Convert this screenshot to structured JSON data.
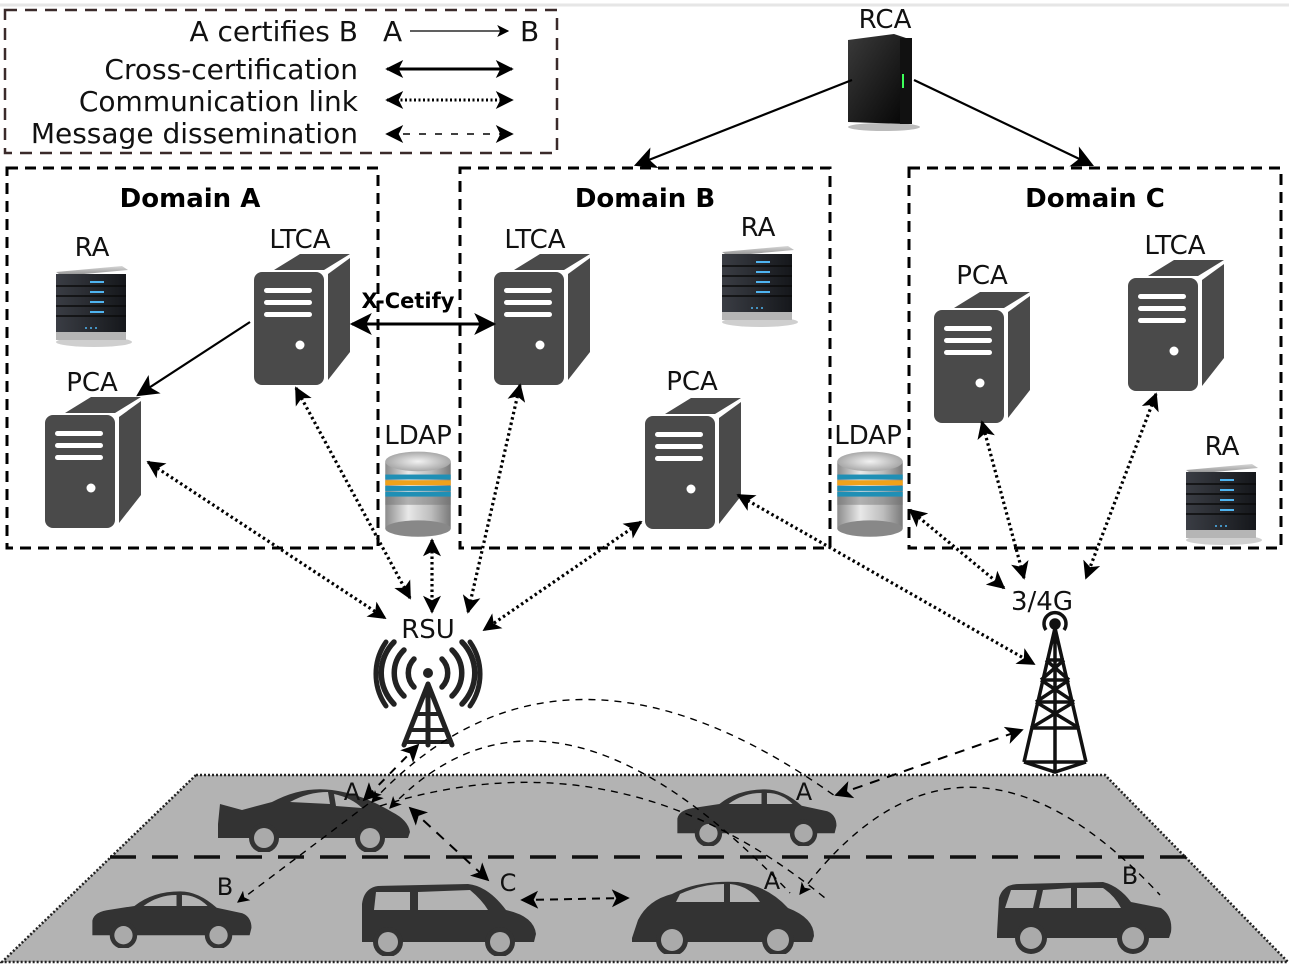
{
  "legend": {
    "items": [
      {
        "label": "A certifies B",
        "style": "certify",
        "from": "A",
        "to": "B"
      },
      {
        "label": "Cross-certification",
        "style": "cross"
      },
      {
        "label": "Communication link",
        "style": "comm"
      },
      {
        "label": "Message dissemination",
        "style": "dissem"
      }
    ]
  },
  "root": {
    "label": "RCA"
  },
  "domains": [
    {
      "title": "Domain A",
      "nodes": {
        "ra": "RA",
        "ltca": "LTCA",
        "pca": "PCA"
      }
    },
    {
      "title": "Domain B",
      "nodes": {
        "ra": "RA",
        "ltca": "LTCA",
        "pca": "PCA"
      }
    },
    {
      "title": "Domain C",
      "nodes": {
        "ra": "RA",
        "ltca": "LTCA",
        "pca": "PCA"
      }
    }
  ],
  "ldap": [
    {
      "label": "LDAP"
    },
    {
      "label": "LDAP"
    }
  ],
  "cross_cert_label": "X-Cetify",
  "rsu": {
    "label": "RSU"
  },
  "cell": {
    "label": "3/4G"
  },
  "vehicles": [
    {
      "label": "A",
      "lane": "top",
      "type": "sports"
    },
    {
      "label": "A",
      "lane": "top",
      "type": "sedan"
    },
    {
      "label": "B",
      "lane": "bottom",
      "type": "sedan"
    },
    {
      "label": "C",
      "lane": "bottom",
      "type": "mini"
    },
    {
      "label": "A",
      "lane": "bottom",
      "type": "beetle"
    },
    {
      "label": "B",
      "lane": "bottom",
      "type": "suv"
    }
  ],
  "colors": {
    "server": "#4a4a4a",
    "road": "#b3b3b3",
    "car": "#333333",
    "ldap_blue": "#1f8fb5",
    "ldap_orange": "#f0a21a",
    "legend_border": "#3a2a2a"
  }
}
